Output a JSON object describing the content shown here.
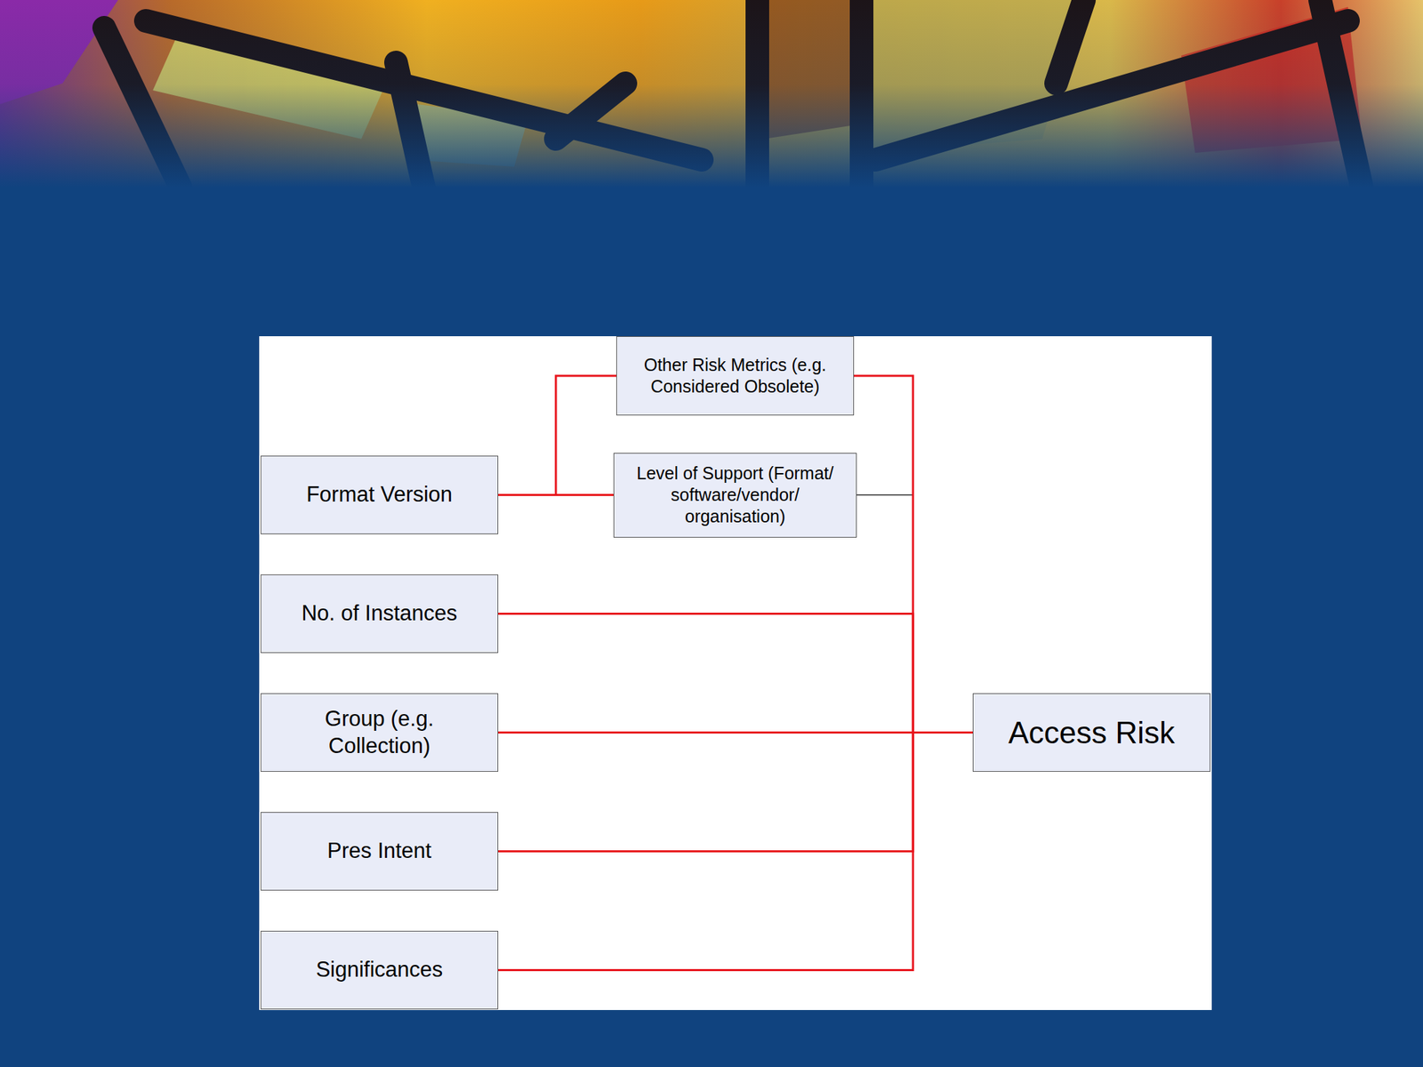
{
  "diagram": {
    "nodes": [
      {
        "text": [
          "Other Risk Metrics (e.g. Considered Obsolete)"
        ]
      },
      {
        "text": [
          "Format Version"
        ]
      },
      {
        "text": [
          "Level of Support (Format/ software/vendor/ organisation)"
        ]
      },
      {
        "text": [
          "No. of Instances"
        ]
      },
      {
        "text": [
          "Group (e.g. Collection)"
        ]
      },
      {
        "text": [
          "Pres Intent"
        ]
      },
      {
        "text": [
          "Significances"
        ]
      },
      {
        "text": [
          "Access Risk"
        ]
      }
    ],
    "edges": [
      {
        "from": 1,
        "to": 0,
        "arrow": "none"
      },
      {
        "from": 1,
        "to": 2,
        "arrow": "none"
      },
      {
        "from": 0,
        "to": 7,
        "arrow": "none"
      },
      {
        "from": 2,
        "to": 7,
        "arrow": "none"
      },
      {
        "from": 3,
        "to": 7,
        "arrow": "none"
      },
      {
        "from": 4,
        "to": 7,
        "arrow": "none"
      },
      {
        "from": 5,
        "to": 7,
        "arrow": "none"
      },
      {
        "from": 6,
        "to": 7,
        "arrow": "none"
      }
    ]
  }
}
